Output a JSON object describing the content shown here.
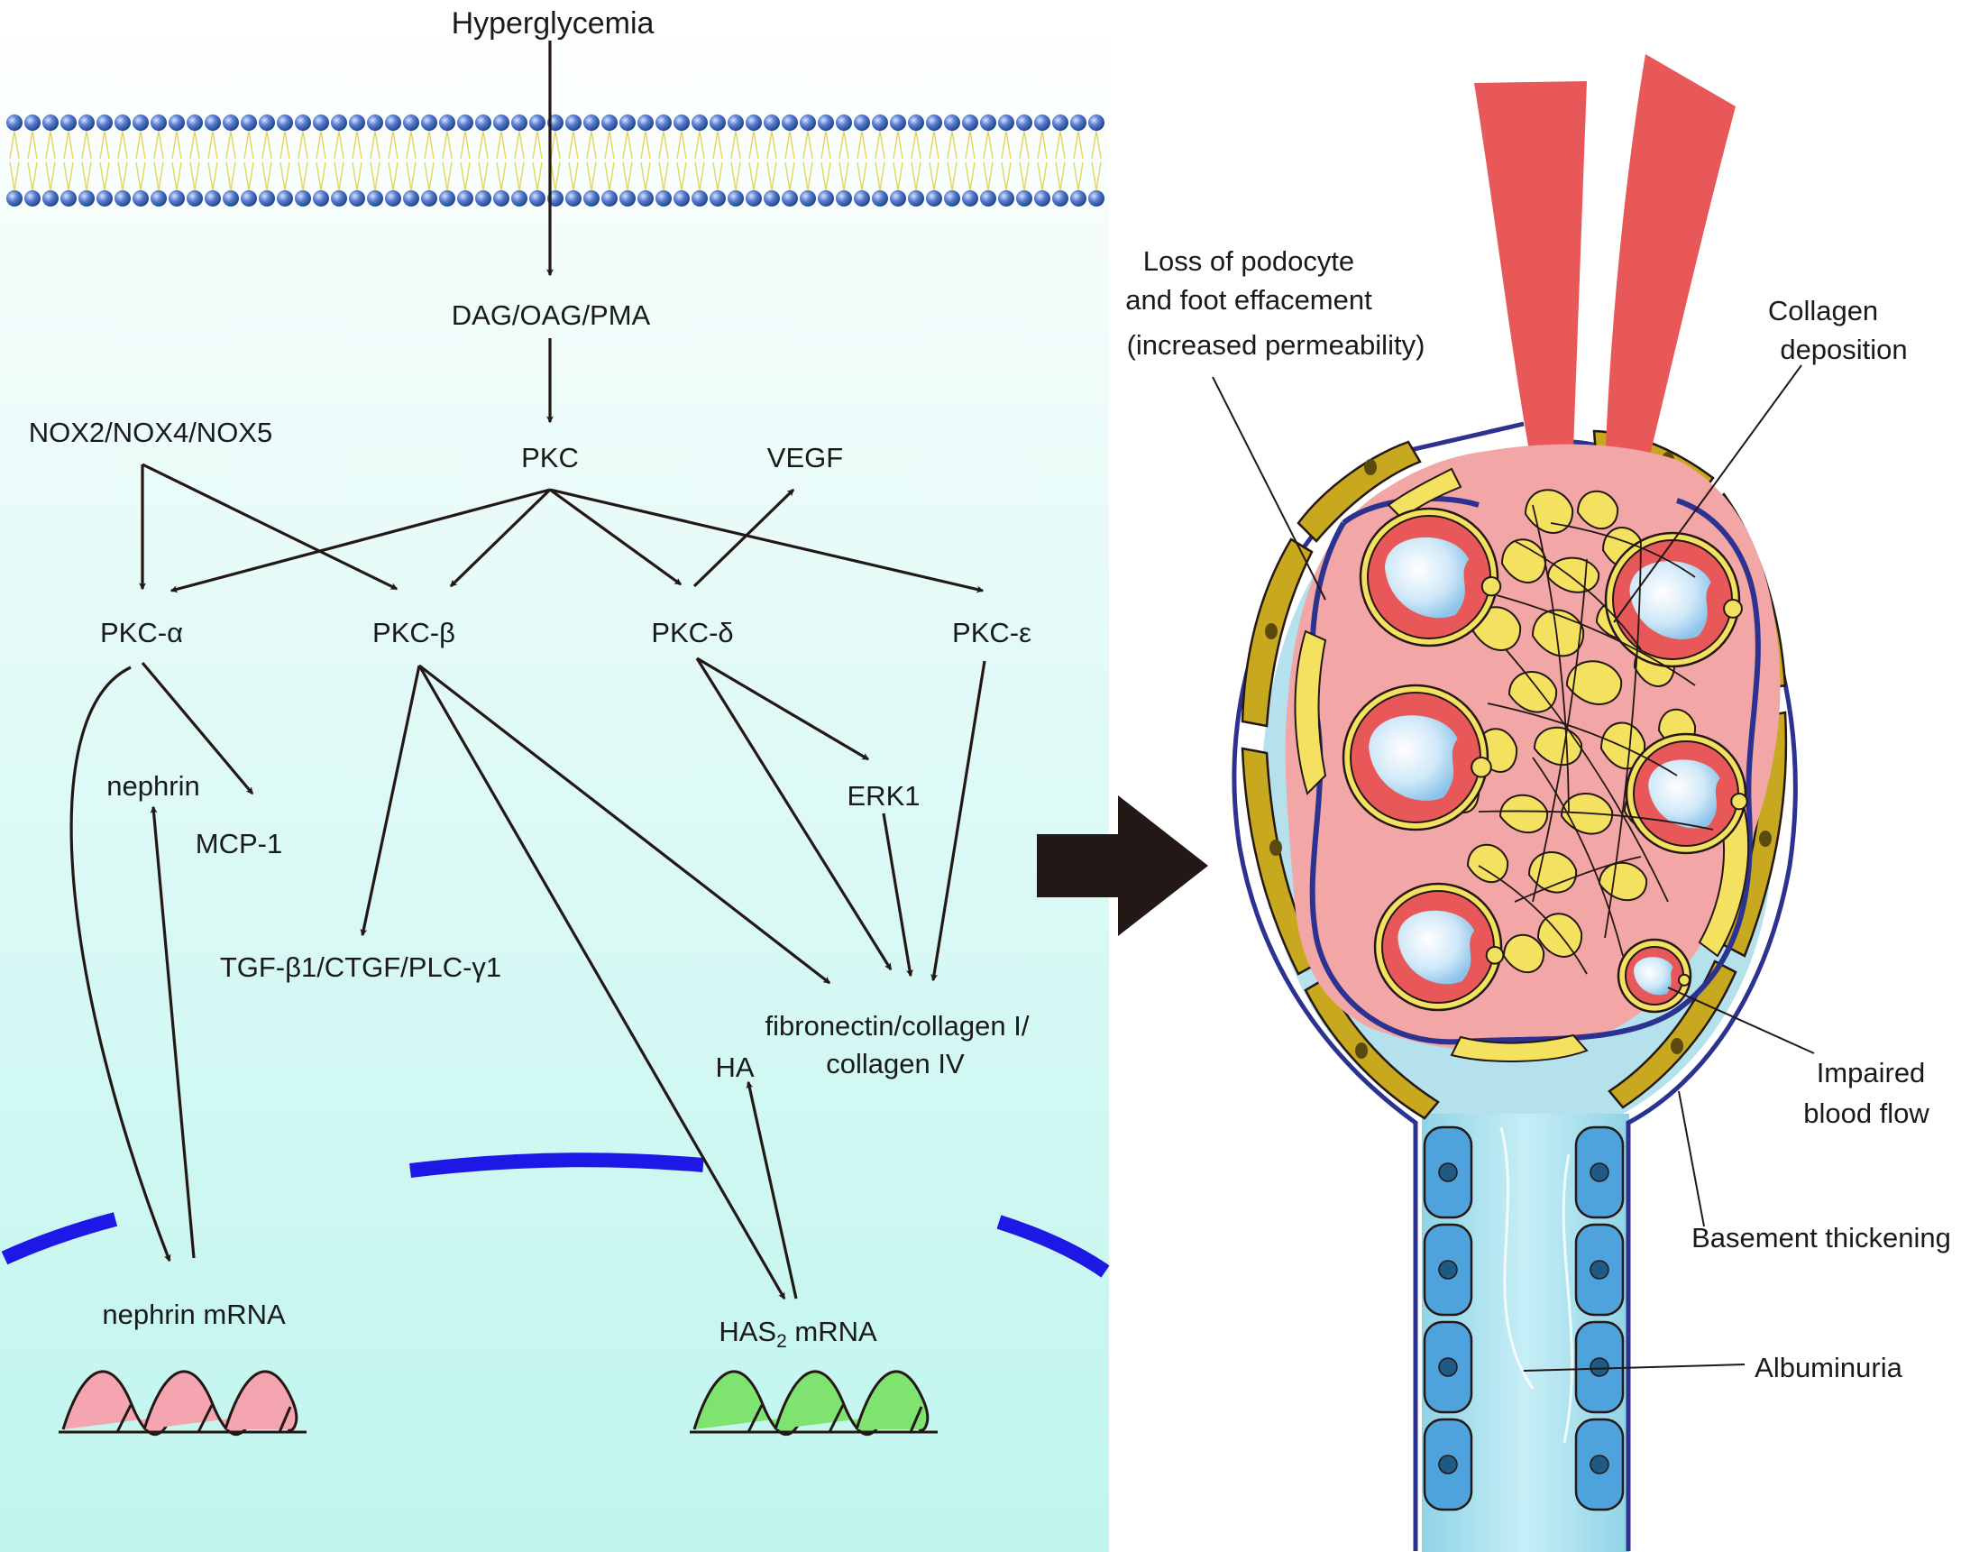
{
  "pathway": {
    "stimulus": "Hyperglycemia",
    "messenger": "DAG/OAG/PMA",
    "kinase": "PKC",
    "nox": "NOX2/NOX4/NOX5",
    "vegf": "VEGF",
    "isoforms": {
      "alpha": "PKC-α",
      "beta": "PKC-β",
      "delta": "PKC-δ",
      "epsilon": "PKC-ε"
    },
    "nephrin": "nephrin",
    "mcp1": "MCP-1",
    "tgf": "TGF-β1/CTGF/PLC-γ1",
    "erk1": "ERK1",
    "ecm_line1": "fibronectin/collagen I/",
    "ecm_line2": "collagen IV",
    "ha": "HA",
    "nephrin_mrna": "nephrin mRNA",
    "has2_prefix": "HAS",
    "has2_sub": "2",
    "has2_suffix": " mRNA"
  },
  "glomerulus": {
    "podocyte_line1": "Loss of podocyte",
    "podocyte_line2": "and foot effacement",
    "podocyte_line3": "(increased permeability)",
    "collagen_line1": "Collagen",
    "collagen_line2": "deposition",
    "blood_line1": "Impaired",
    "blood_line2": "blood flow",
    "basement": "Basement thickening",
    "albuminuria": "Albuminuria"
  },
  "colors": {
    "background_gradient_top": "#ffffff",
    "background_gradient_bottom": "#bff5ee",
    "membrane_head": "#3a5fae",
    "membrane_tail": "#e3d55a",
    "nucleus_envelope": "#1d18e6",
    "nephrin_mrna": "#f5a5b0",
    "has2_mrna": "#7ee36f",
    "arterioles": "#e85858",
    "capillary_tuft": "#f2a6a6",
    "mesangial": "#f5e160",
    "capillary_wall": "#c8a81e",
    "tubule_cells": "#4fa3dc",
    "capsule": "#2b3290"
  }
}
